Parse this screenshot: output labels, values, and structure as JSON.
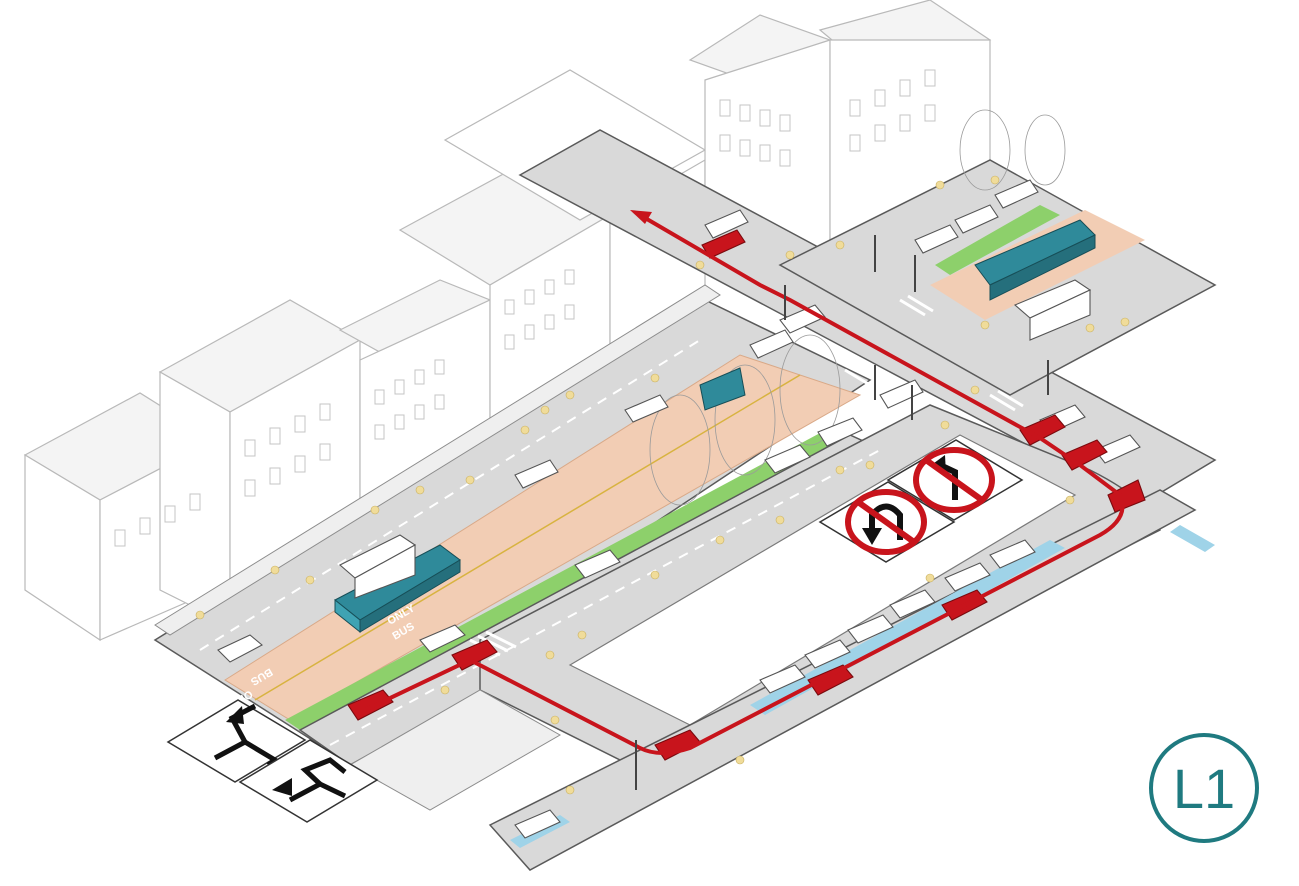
{
  "badge": {
    "label": "L1"
  },
  "road_markings": {
    "bus_text_1": "BUS",
    "bus_text_2": "ONLY",
    "bus_text_3": "BUS",
    "bus_text_4": "ONLY"
  },
  "colors": {
    "route": "#c8141c",
    "bus_lane": "#f2cdb4",
    "bike_lane": "#8dd06b",
    "bus": "#2f8a9a",
    "parking": "#9fd3e8",
    "badge": "#1f7a80"
  },
  "icons": {
    "sign_left_turn": "left-turn-arrow-sign-icon",
    "sign_left_turn_alt": "left-turn-arrow-sign-icon",
    "sign_no_u_turn": "no-u-turn-sign-icon",
    "sign_no_left_turn": "no-left-turn-sign-icon"
  }
}
